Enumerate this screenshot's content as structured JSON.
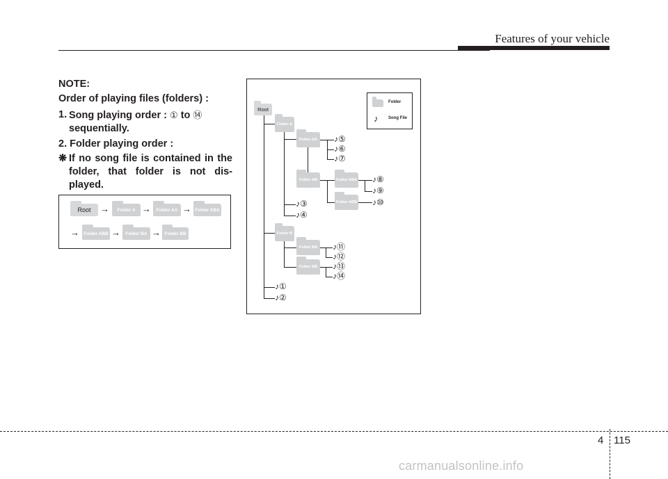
{
  "header": {
    "title": "Features of your vehicle"
  },
  "note": {
    "heading": "NOTE:",
    "line1": "Order of playing files (folders) :",
    "item1_num": "1.",
    "item1_pre": "Song playing order : ",
    "item1_from": "①",
    "item1_to_word": " to ",
    "item1_to": "⑭",
    "item1_cont": "sequentially.",
    "item2": "2. Folder playing order :",
    "star_mark": "❋",
    "star_text": "If no song file is contained in the folder, that folder is not dis-played."
  },
  "folder_order": {
    "row1": [
      "Root",
      "Folder A",
      "Folder AA",
      "Folder ABA"
    ],
    "row2": [
      "Folder ABB",
      "Folder BA",
      "Folder BB"
    ],
    "arrow": "→"
  },
  "legend": {
    "folder_label": "Folder",
    "song_label": "Song File",
    "note_glyph": "♪"
  },
  "tree": {
    "root": "Root",
    "folder_a": "Folder A",
    "folder_aa": "Folder AA",
    "folder_ab": "Folder AB",
    "folder_aba": "Folder ABA",
    "folder_abb": "Folder ABB",
    "folder_b": "Folder B",
    "folder_ba": "Folder BA",
    "folder_bb": "Folder BB",
    "songs": {
      "s1": "♪①",
      "s2": "♪②",
      "s3": "♪③",
      "s4": "♪④",
      "s5": "♪⑤",
      "s6": "♪⑥",
      "s7": "♪⑦",
      "s8": "♪⑧",
      "s9": "♪⑨",
      "s10": "♪⑩",
      "s11": "♪⑪",
      "s12": "♪⑫",
      "s13": "♪⑬",
      "s14": "♪⑭"
    }
  },
  "footer": {
    "chapter": "4",
    "page": "115"
  },
  "watermark": "carmanualsonline.info"
}
